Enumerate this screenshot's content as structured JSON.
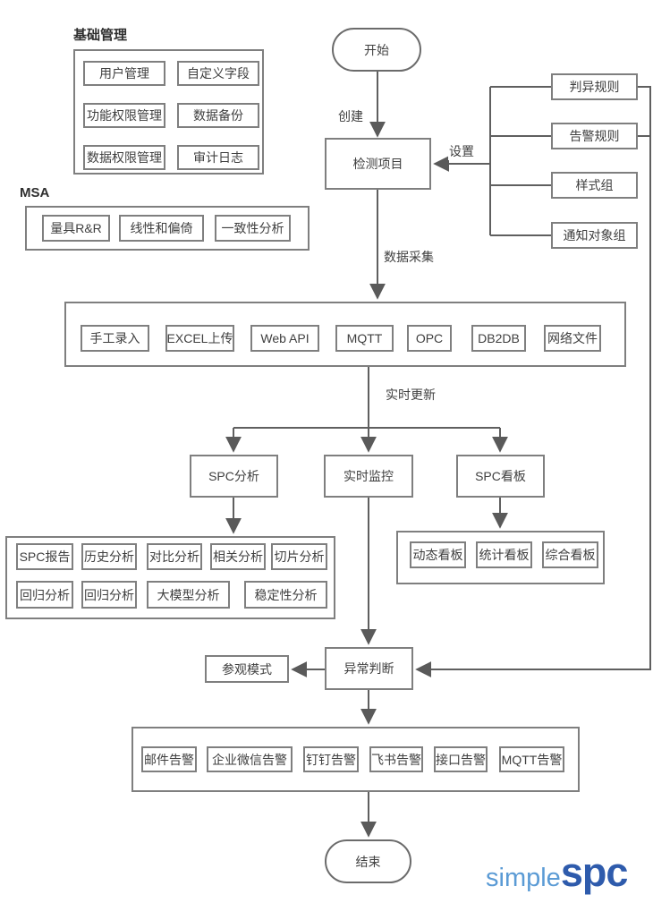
{
  "basic": {
    "title": "基础管理",
    "items": [
      "用户管理",
      "自定义字段",
      "功能权限管理",
      "数据备份",
      "数据权限管理",
      "审计日志"
    ]
  },
  "msa": {
    "title": "MSA",
    "items": [
      "量具R&R",
      "线性和偏倚",
      "一致性分析"
    ]
  },
  "rules": {
    "items": [
      "判异规则",
      "告警规则",
      "样式组",
      "通知对象组"
    ]
  },
  "flow": {
    "start": "开始",
    "project": "检测项目",
    "spc_analysis": "SPC分析",
    "monitor": "实时监控",
    "spc_board": "SPC看板",
    "judge": "异常判断",
    "visit": "参观模式",
    "end": "结束"
  },
  "edge_labels": {
    "create": "创建",
    "setup": "设置",
    "collect": "数据采集",
    "realtime": "实时更新"
  },
  "collect": {
    "items": [
      "手工录入",
      "EXCEL上传",
      "Web API",
      "MQTT",
      "OPC",
      "DB2DB",
      "网络文件"
    ]
  },
  "analysis": {
    "row1": [
      "SPC报告",
      "历史分析",
      "对比分析",
      "相关分析",
      "切片分析"
    ],
    "row2": [
      "回归分析",
      "回归分析",
      "大模型分析",
      "稳定性分析"
    ]
  },
  "dashboard": {
    "items": [
      "动态看板",
      "统计看板",
      "综合看板"
    ]
  },
  "alerts": {
    "items": [
      "邮件告警",
      "企业微信告警",
      "钉钉告警",
      "飞书告警",
      "接口告警",
      "MQTT告警"
    ]
  },
  "logo": {
    "simple": "simple",
    "spc": "spc",
    "simple_color": "#5b9bd5",
    "spc_color": "#2e5bac"
  },
  "colors": {
    "box_border": "#7f7f7f",
    "line": "#5f5f5f",
    "text": "#3f3f3f"
  }
}
